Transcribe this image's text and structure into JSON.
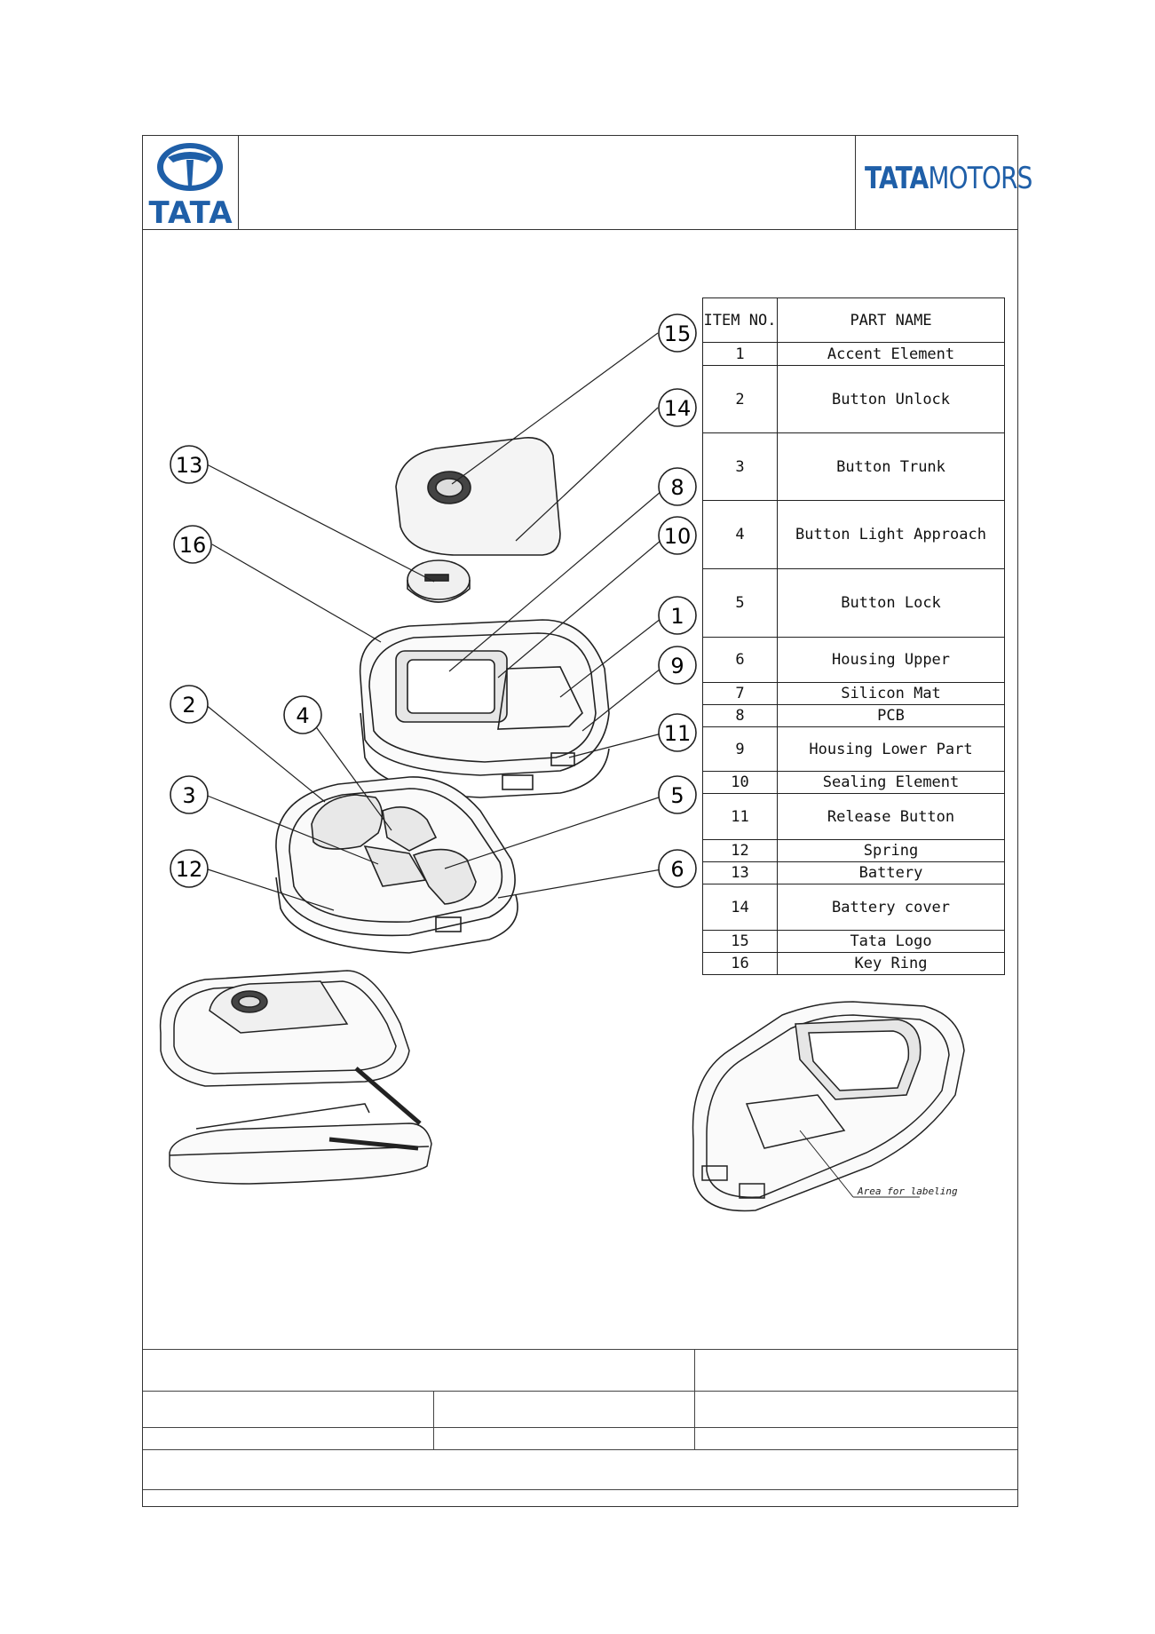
{
  "header": {
    "left_logo_text": "TATA",
    "right_logo_text_a": "TATA",
    "right_logo_text_b": "MOTORS"
  },
  "parts_table": {
    "headers": [
      "ITEM NO.",
      "PART NAME"
    ],
    "rows": [
      {
        "no": "1",
        "name": "Accent Element"
      },
      {
        "no": "2",
        "name": "Button Unlock"
      },
      {
        "no": "3",
        "name": "Button Trunk"
      },
      {
        "no": "4",
        "name": "Button Light Approach"
      },
      {
        "no": "5",
        "name": "Button Lock"
      },
      {
        "no": "6",
        "name": "Housing Upper"
      },
      {
        "no": "7",
        "name": "Silicon Mat"
      },
      {
        "no": "8",
        "name": "PCB"
      },
      {
        "no": "9",
        "name": "Housing Lower Part"
      },
      {
        "no": "10",
        "name": "Sealing Element"
      },
      {
        "no": "11",
        "name": "Release Button"
      },
      {
        "no": "12",
        "name": "Spring"
      },
      {
        "no": "13",
        "name": "Battery"
      },
      {
        "no": "14",
        "name": "Battery cover"
      },
      {
        "no": "15",
        "name": "Tata Logo"
      },
      {
        "no": "16",
        "name": "Key Ring"
      }
    ]
  },
  "callouts": [
    "15",
    "14",
    "13",
    "8",
    "16",
    "10",
    "1",
    "9",
    "2",
    "4",
    "11",
    "3",
    "5",
    "12",
    "6"
  ],
  "annotation": "Area for labeling"
}
